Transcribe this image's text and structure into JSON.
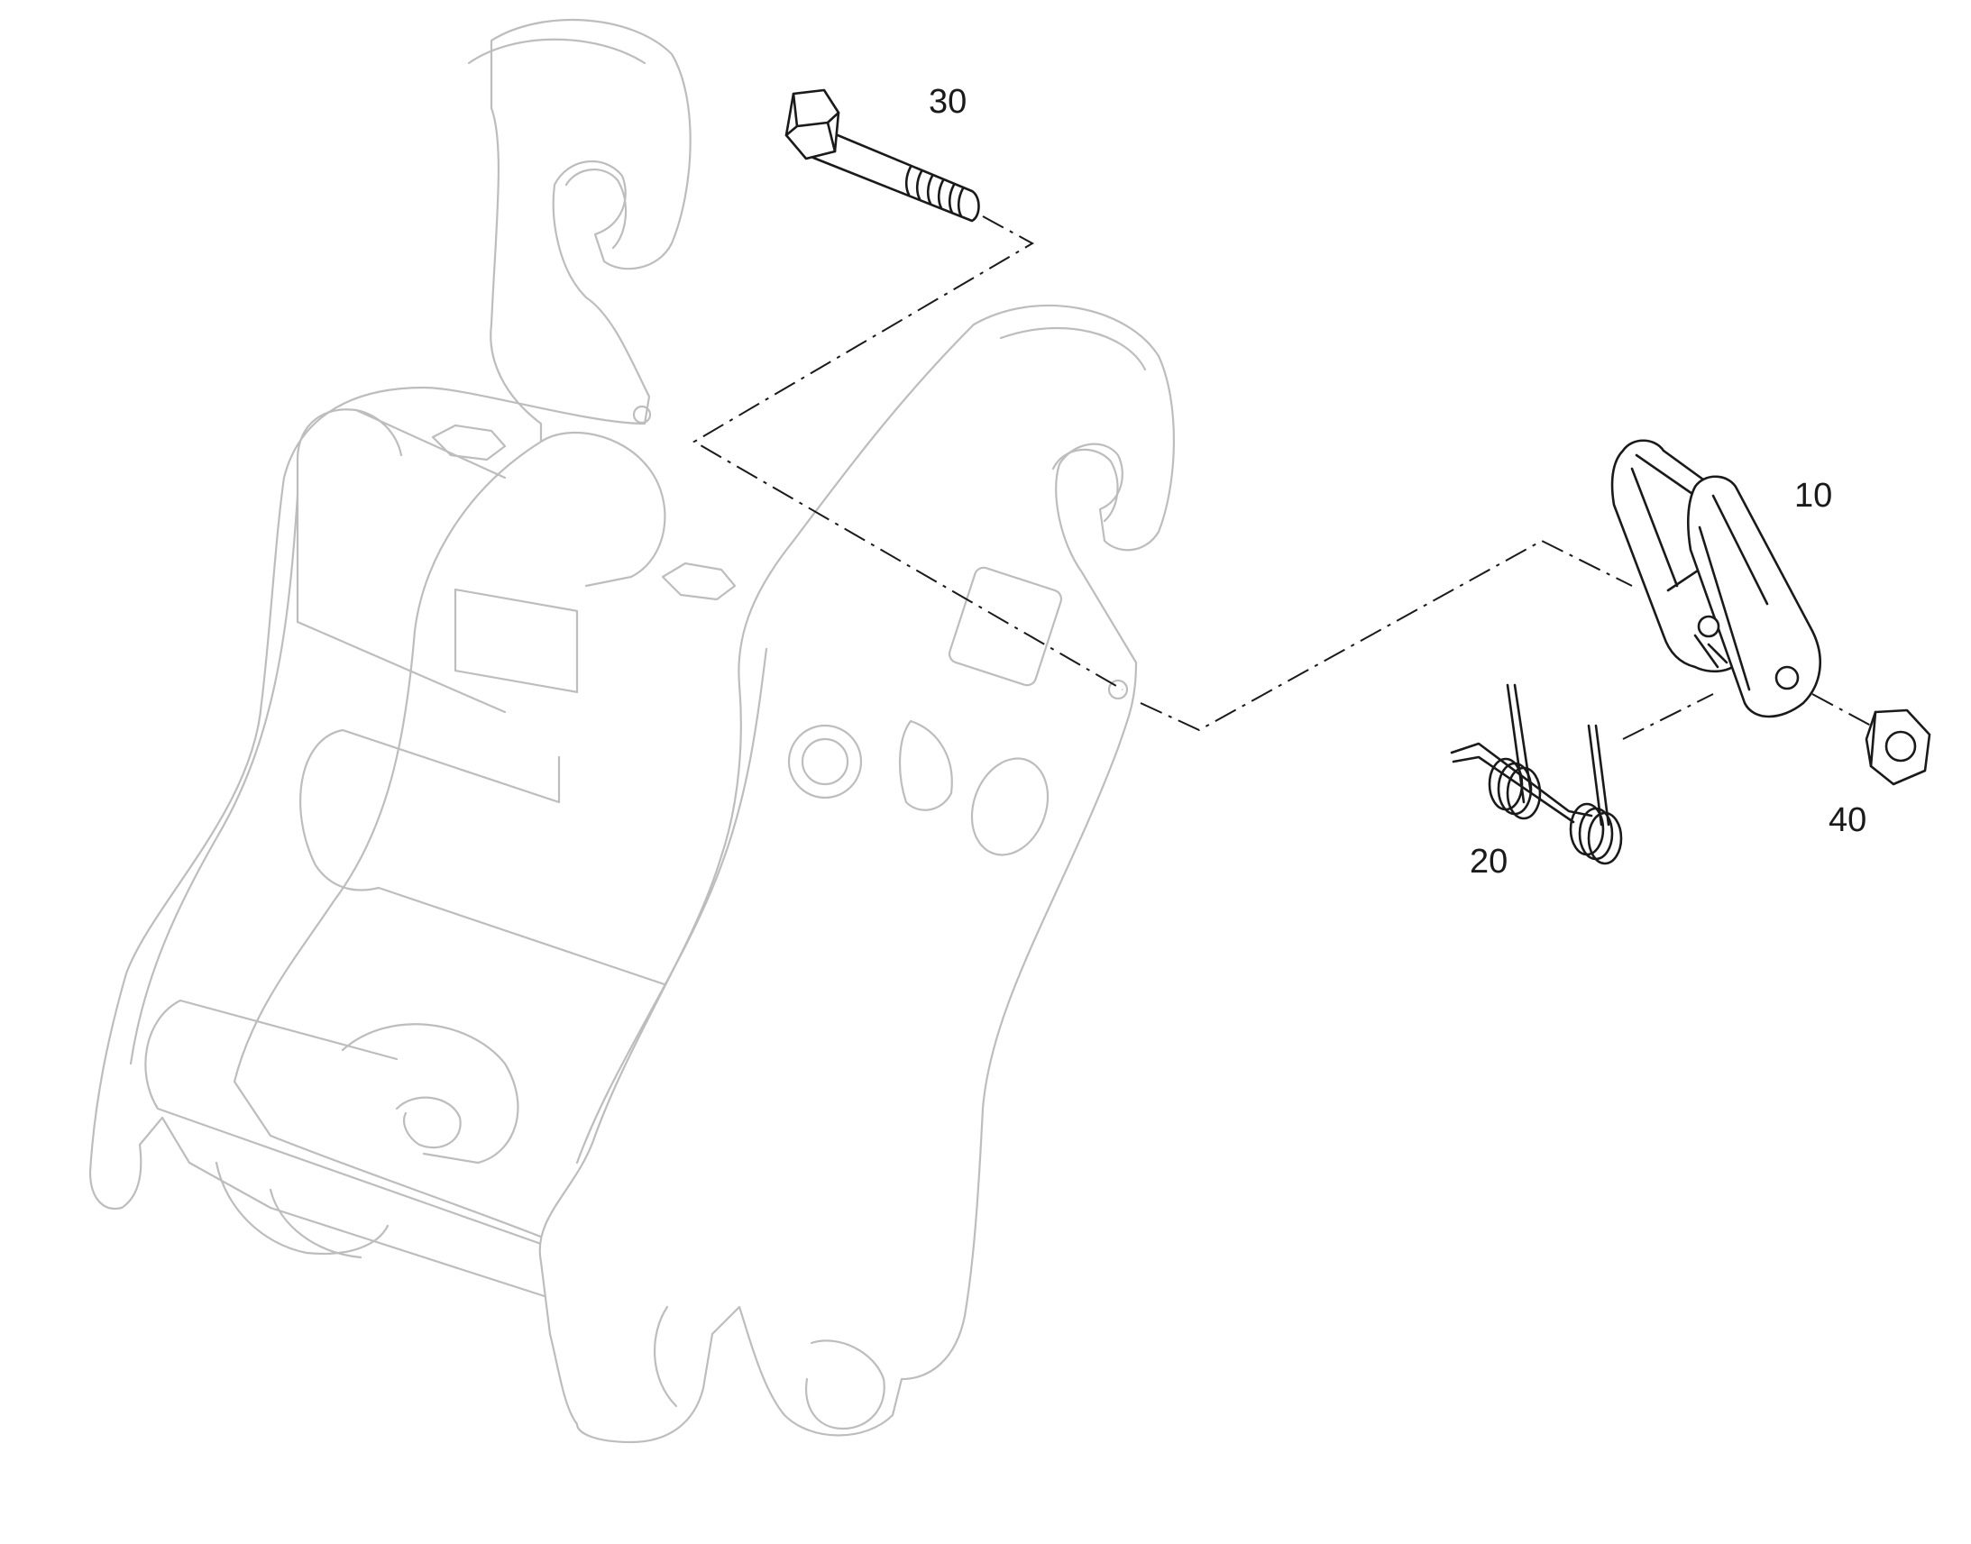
{
  "callouts": [
    {
      "id": "callout-30",
      "label": "30"
    },
    {
      "id": "callout-10",
      "label": "10"
    },
    {
      "id": "callout-20",
      "label": "20"
    },
    {
      "id": "callout-40",
      "label": "40"
    }
  ],
  "colors": {
    "part_stroke": "#1a1a1a",
    "ghost_stroke": "#bdbdbd",
    "background": "#ffffff"
  }
}
